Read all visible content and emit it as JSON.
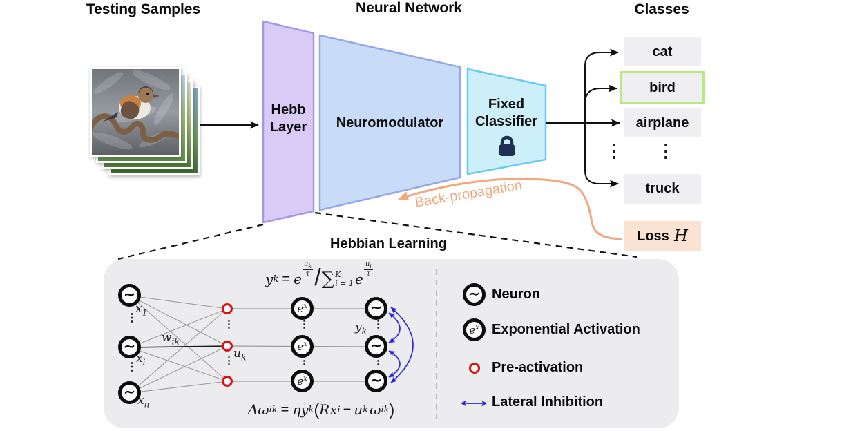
{
  "titles": {
    "testing_samples": "Testing Samples",
    "neural_network": "Neural Network",
    "classes": "Classes"
  },
  "pipeline": {
    "hebb_layer": {
      "line1": "Hebb",
      "line2": "Layer"
    },
    "neuromodulator": {
      "label": "Neuromodulator"
    },
    "fixed_classifier": {
      "line1": "Fixed",
      "line2": "Classifier",
      "lock_icon": "lock-icon"
    },
    "input_icon": "bird-photo-stack"
  },
  "classes_panel": {
    "items": [
      "cat",
      "bird",
      "airplane",
      "truck"
    ],
    "highlighted_item": "bird",
    "ellipsis": "⋮",
    "loss": {
      "label": "Loss",
      "symbol": "H"
    }
  },
  "backpropagation": {
    "label": "Back-propagation"
  },
  "hebbian_panel": {
    "title": "Hebbian Learning",
    "ellipsis": "⋮",
    "node_glyphs": {
      "neuron": "∼",
      "exp_base": "e",
      "exp_sup": "x"
    },
    "node_labels": {
      "x1": {
        "base": "x",
        "sub": "1"
      },
      "xi": {
        "base": "x",
        "sub": "i"
      },
      "xn": {
        "base": "x",
        "sub": "n"
      },
      "wik": {
        "base": "w",
        "sub": "ik"
      },
      "uk": {
        "base": "u",
        "sub": "k"
      },
      "yk": {
        "base": "y",
        "sub": "k"
      }
    },
    "formula_top": {
      "lhs": "y",
      "lhs_sub": "k",
      "equals": "=",
      "e1": "e",
      "e1_num": "u",
      "e1_num_sub": "k",
      "e1_den": "τ",
      "slash": "/",
      "sum": "∑",
      "sum_sup": "K",
      "sum_sub": "i = 1",
      "e2": "e",
      "e2_num": "u",
      "e2_num_sub": "i",
      "e2_den": "τ"
    },
    "formula_bottom": {
      "lhs": "Δω",
      "lhs_sub": "ik",
      "equals": "=",
      "eta_y": "ηy",
      "y_sub": "k",
      "lparen": "(",
      "rx": "Rx",
      "rx_sub": "i",
      "minus": "−",
      "u": "u",
      "u_sub": "k",
      "omega": "ω",
      "omega_sub": "ik",
      "rparen": ")"
    },
    "legend": {
      "neuron": "Neuron",
      "exponential": "Exponential Activation",
      "pre_activation": "Pre-activation",
      "lateral_inhibition": "Lateral Inhibition"
    }
  },
  "colors": {
    "hebb_fill": "#d8ccf6",
    "hebb_stroke": "#a795e8",
    "neuromodulator_fill": "#c8dcf8",
    "neuromodulator_stroke": "#95a7ec",
    "classifier_fill": "#cdeffa",
    "classifier_stroke": "#63ccf0",
    "lock": "#1d2f52",
    "class_box_fill": "#efeff1",
    "bird_highlight_border": "#b7e97f",
    "loss_fill": "#fbe3d3",
    "backprop_orange": "#f2a87c",
    "pre_activation_red": "#dd1111",
    "lateral_inhibition_blue": "#2727d8",
    "panel_fill": "#ececee"
  }
}
